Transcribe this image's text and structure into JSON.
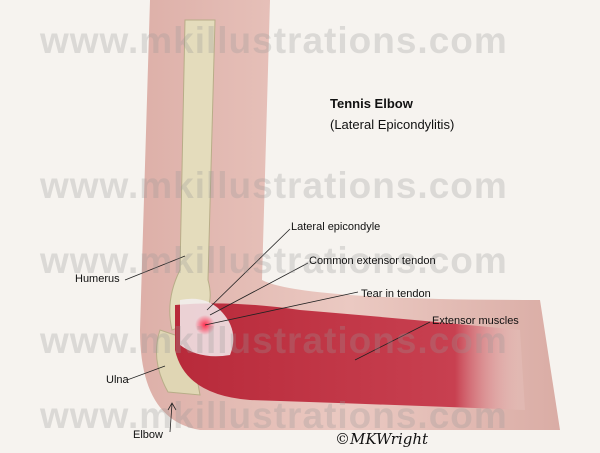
{
  "title": "Tennis Elbow",
  "subtitle": "(Lateral Epicondylitis)",
  "labels": {
    "lateral_epicondyle": "Lateral epicondyle",
    "common_extensor_tendon": "Common extensor tendon",
    "tear_in_tendon": "Tear in tendon",
    "extensor_muscles": "Extensor muscles",
    "humerus": "Humerus",
    "ulna": "Ulna",
    "elbow": "Elbow"
  },
  "watermark": "www.mkillustrations.com",
  "signature": "©MKWright"
}
